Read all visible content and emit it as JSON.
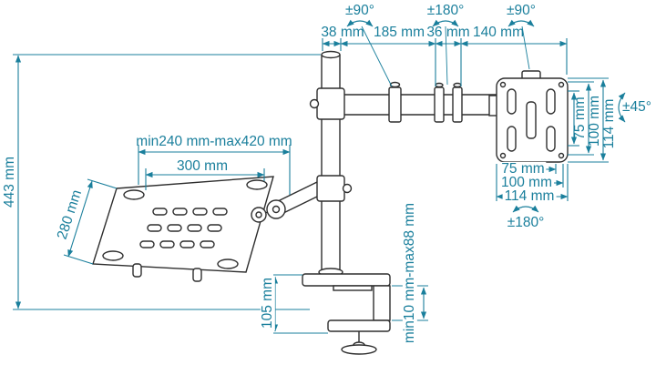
{
  "diagram": {
    "subject": "desk-mounted monitor arm with laptop tray, dimensional drawing",
    "colors": {
      "dimension": "#1a7f9c",
      "line": "#2e2e2e",
      "background": "#ffffff"
    },
    "labels": {
      "rot_pole_top": "±90°",
      "rot_arm_mid": "±180°",
      "rot_vesa_top": "±90°",
      "pole_diameter": "38 mm",
      "arm_length": "185 mm",
      "joint_width": "36 mm",
      "vesa_arm_length": "140 mm",
      "tilt_range": "±45°",
      "vesa_v_75": "75 mm",
      "vesa_v_100": "100 mm",
      "vesa_v_114": "114 mm",
      "vesa_h_75": "75 mm",
      "vesa_h_100": "100 mm",
      "vesa_h_114": "114 mm",
      "vesa_rotation": "±180°",
      "total_height": "443 mm",
      "tray_extension_range": "min240 mm-max420 mm",
      "tray_width": "300 mm",
      "tray_depth": "280 mm",
      "clamp_thickness_range": "min10 mm-max88 mm",
      "clamp_height": "105 mm"
    }
  }
}
